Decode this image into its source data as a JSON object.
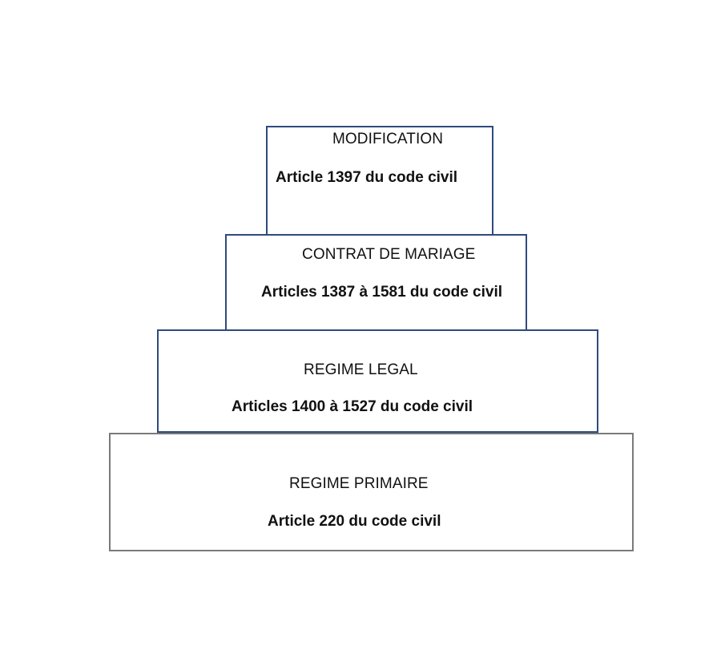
{
  "diagram": {
    "tiers": [
      {
        "title": "MODIFICATION",
        "reference": "Article 1397 du code civil"
      },
      {
        "title": "CONTRAT DE MARIAGE",
        "reference": "Articles 1387 à 1581 du code civil"
      },
      {
        "title": "REGIME LEGAL",
        "reference": "Articles 1400 à 1527 du code civil"
      },
      {
        "title": "REGIME PRIMAIRE",
        "reference": "Article 220 du code civil"
      }
    ],
    "colors": {
      "upper_border": "#2f4b7c",
      "base_border": "#7a7a7a",
      "text": "#111111",
      "background": "#ffffff"
    }
  }
}
